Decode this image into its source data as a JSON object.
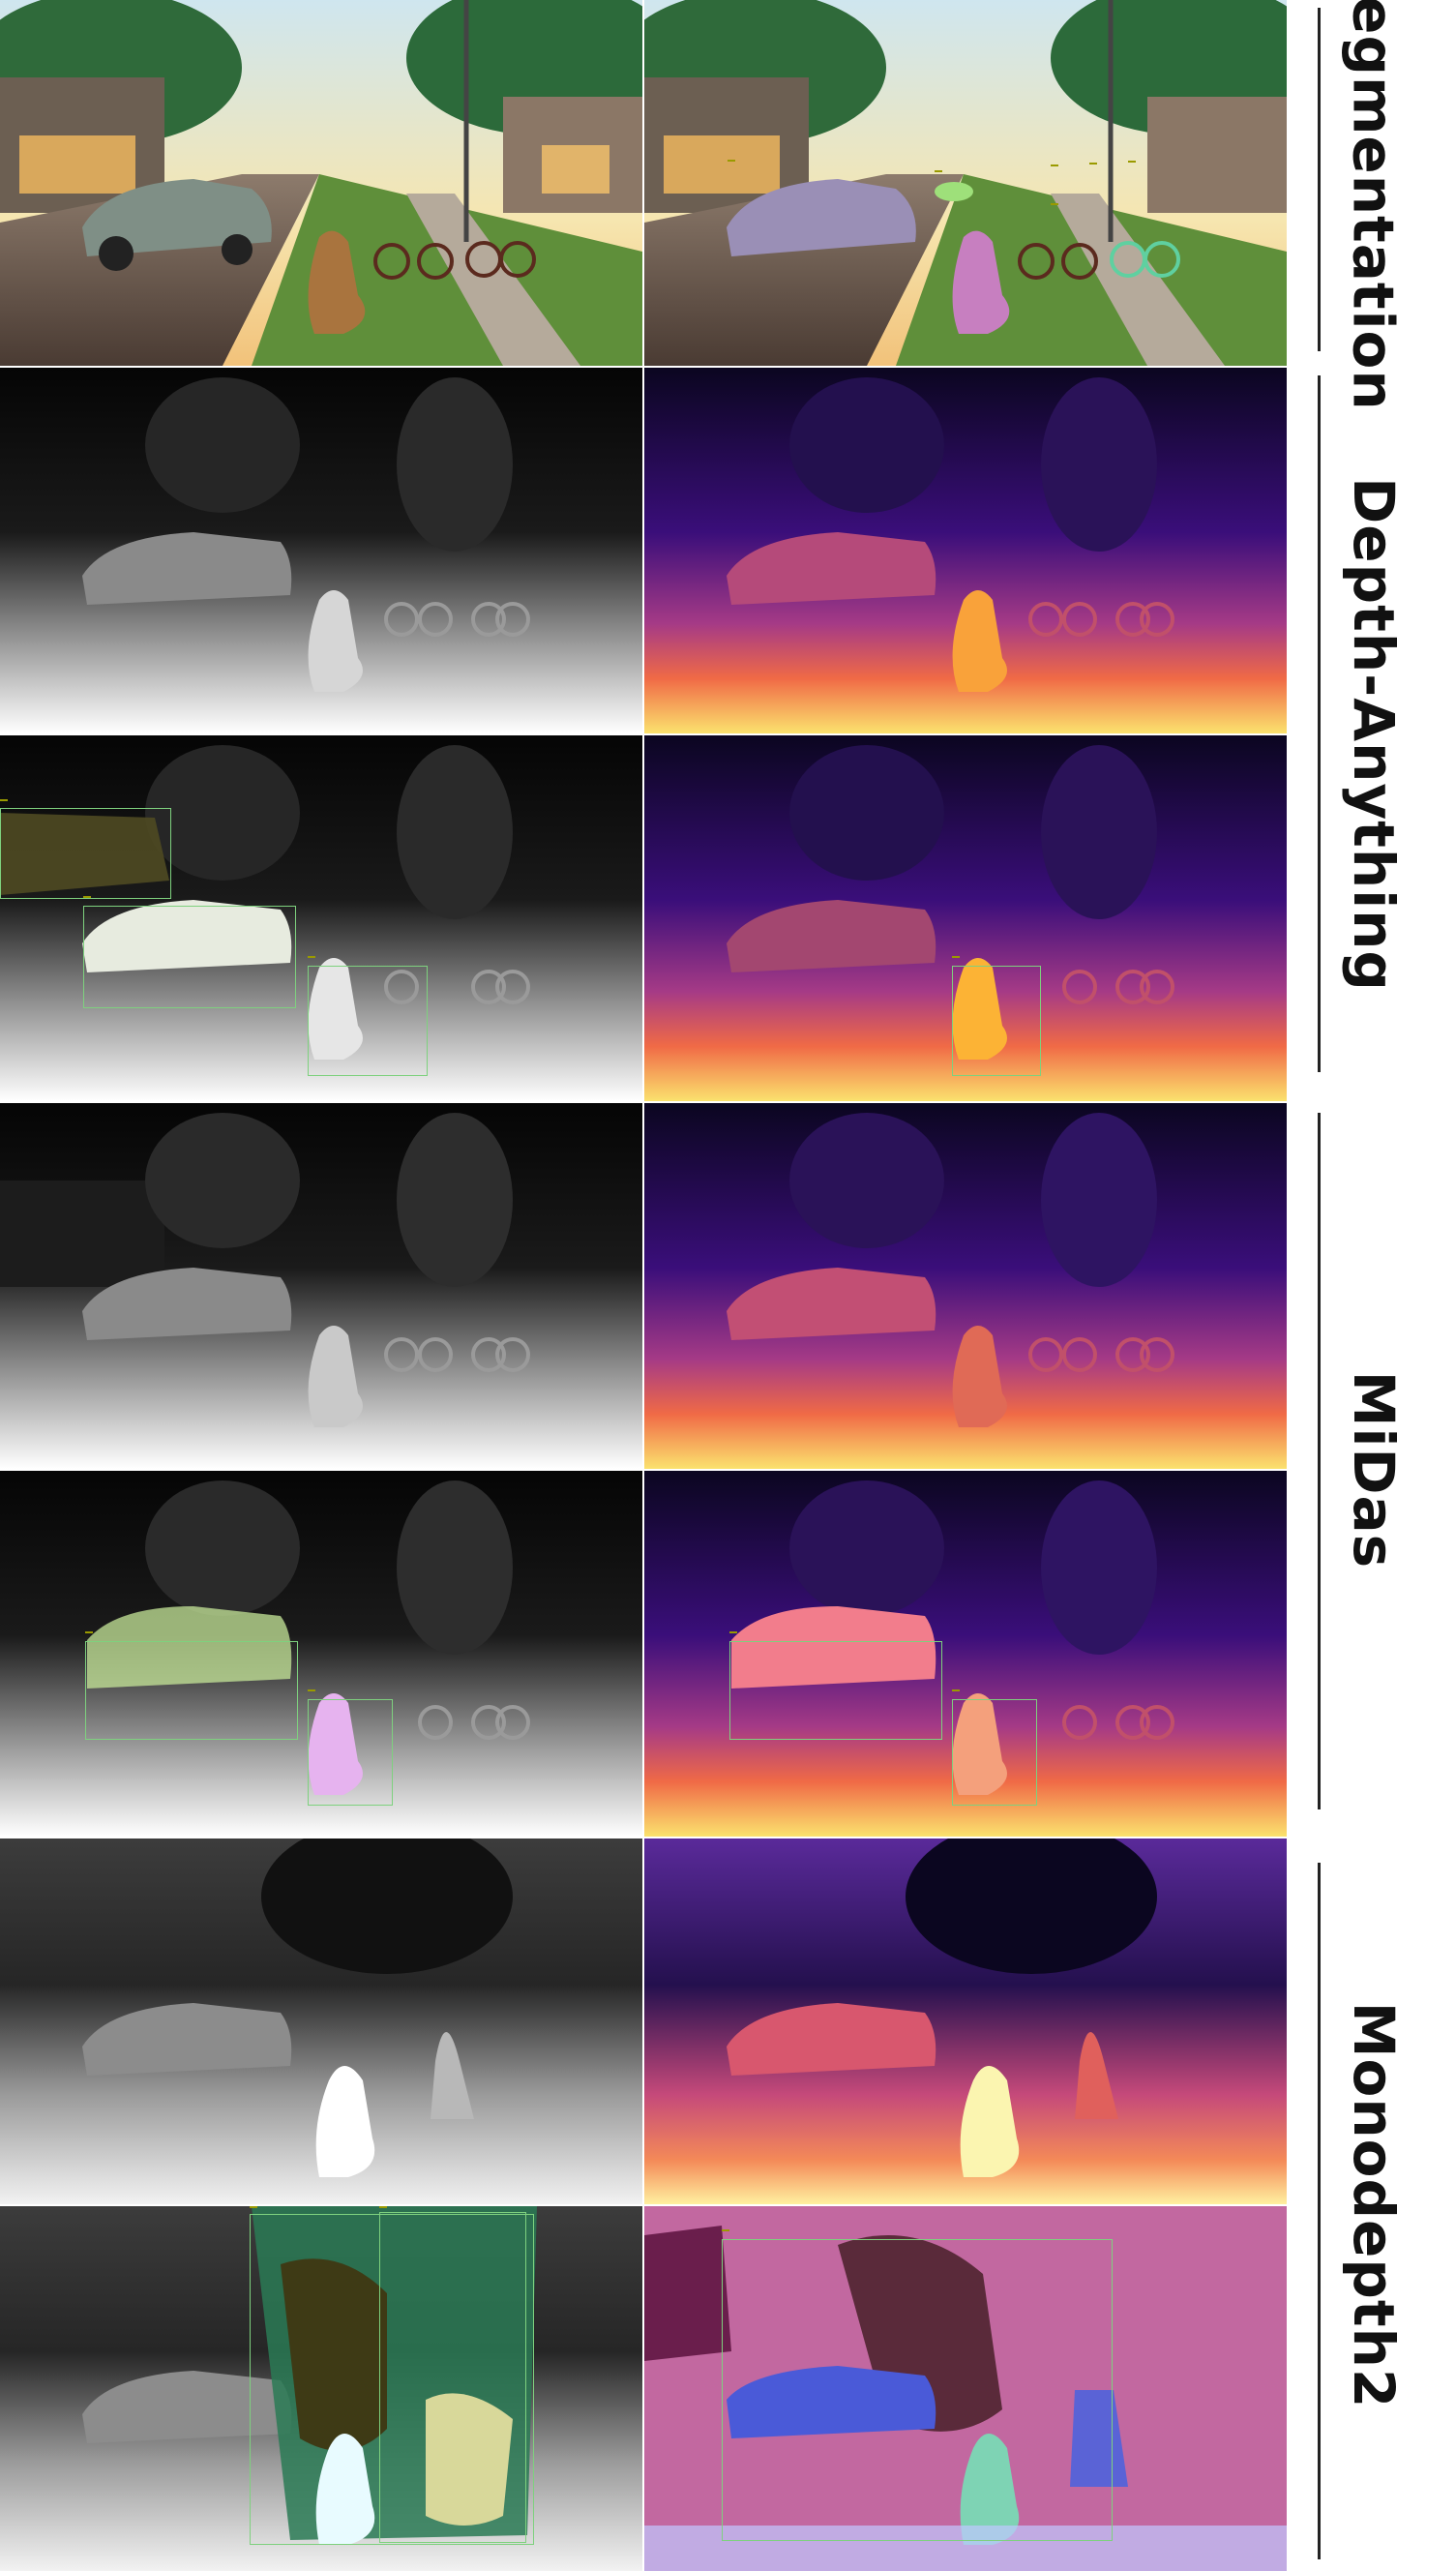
{
  "figure": {
    "sections": [
      {
        "id": "seg",
        "label": "Segmentation"
      },
      {
        "id": "da",
        "label": "Depth-Anything"
      },
      {
        "id": "midas",
        "label": "MiDas"
      },
      {
        "id": "mono",
        "label": "Monodepth2"
      }
    ],
    "rows": [
      {
        "left": "rgb-photo",
        "right": "rgb-photo-segmented"
      },
      {
        "left": "depth-gray",
        "right": "depth-magma"
      },
      {
        "left": "depth-gray-segmented",
        "right": "depth-magma-segmented"
      },
      {
        "left": "depth-gray",
        "right": "depth-magma"
      },
      {
        "left": "depth-gray-segmented",
        "right": "depth-magma-segmented"
      },
      {
        "left": "depth-gray",
        "right": "depth-magma"
      },
      {
        "left": "depth-gray-segmented",
        "right": "depth-magma-segmented"
      }
    ],
    "colors": {
      "mask_car": "#c7e89a",
      "mask_dog": "#e6b3ef",
      "mask_tree": "#2a7a55",
      "box": "#7ed17e",
      "tag": "#f2f22a",
      "rule": "#222222"
    }
  }
}
